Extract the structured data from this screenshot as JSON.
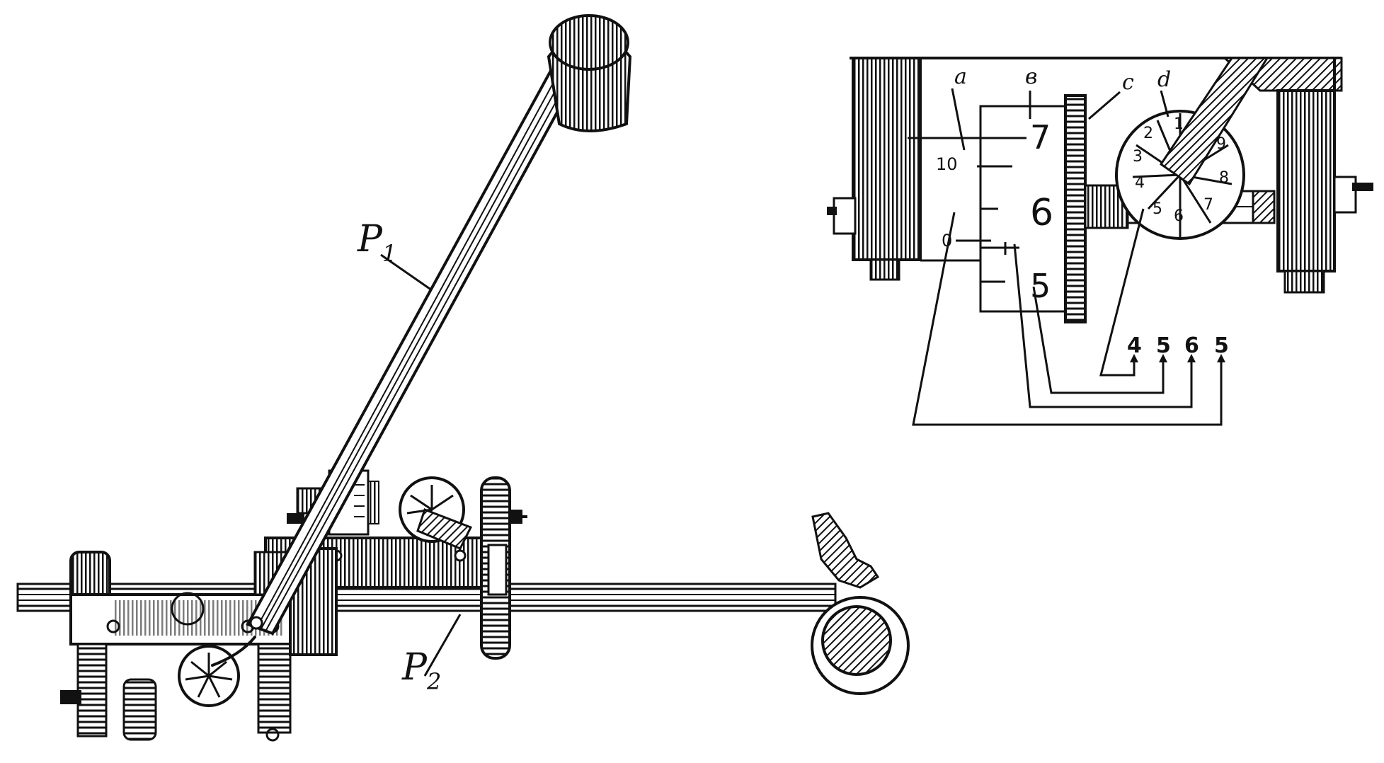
{
  "main_labels": {
    "p1": "P",
    "p1_sub": "1",
    "p2": "P",
    "p2_sub": "2"
  },
  "inset": {
    "letters": {
      "a": "a",
      "b": "в",
      "c": "c",
      "d": "d"
    },
    "scale_a": {
      "ten": "10",
      "zero": "0"
    },
    "scale_b": {
      "seven": "7",
      "six": "6",
      "five": "5"
    },
    "dial_digits": [
      "1",
      "2",
      "3",
      "4",
      "5",
      "6",
      "7",
      "8",
      "9"
    ],
    "readout": [
      "4",
      "5",
      "6",
      "5"
    ]
  },
  "colors": {
    "ink": "#111111",
    "paper": "#ffffff"
  }
}
